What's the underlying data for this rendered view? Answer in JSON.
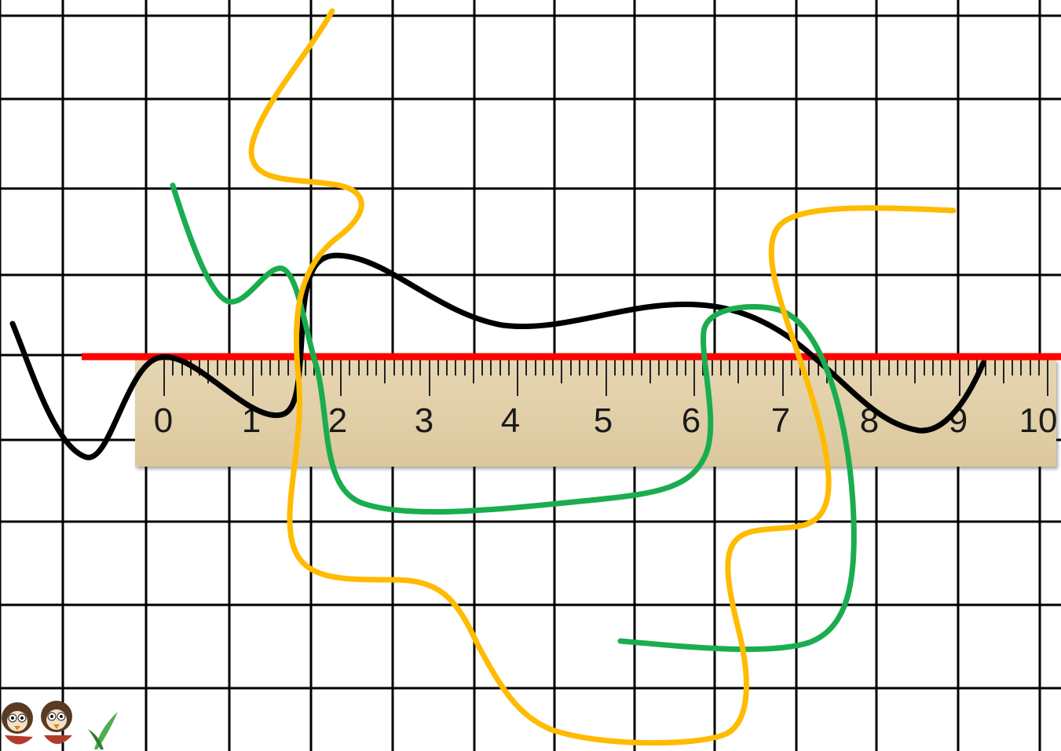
{
  "ruler": {
    "labels": [
      "0",
      "1",
      "2",
      "3",
      "4",
      "5",
      "6",
      "7",
      "8",
      "9",
      "10"
    ]
  },
  "colors": {
    "grid": "#000000",
    "baseline": "#ff0000",
    "ruler_body": "#e2d2aa",
    "black_curve": "#000000",
    "green_curve": "#1aad4f",
    "orange_curve": "#ffbb00"
  },
  "icons": {
    "mascot": "cartoon-birds-icon"
  }
}
